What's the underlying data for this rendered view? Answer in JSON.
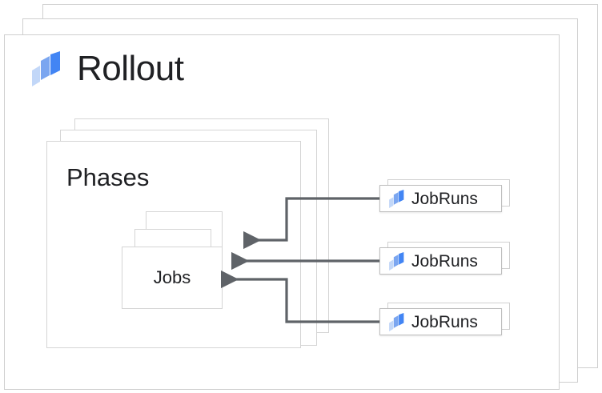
{
  "diagram": {
    "type": "nested-resource-hierarchy",
    "root": {
      "name": "rollout",
      "title": "Rollout",
      "icon": "cloud-deploy-logo-icon",
      "stack_count": 3
    },
    "phases": {
      "name": "phases",
      "title": "Phases",
      "stack_count": 3
    },
    "jobs": {
      "name": "jobs",
      "title": "Jobs",
      "stack_count": 3
    },
    "jobruns": [
      {
        "label": "JobRuns",
        "icon": "cloud-deploy-logo-icon"
      },
      {
        "label": "JobRuns",
        "icon": "cloud-deploy-logo-icon"
      },
      {
        "label": "JobRuns",
        "icon": "cloud-deploy-logo-icon"
      }
    ],
    "connectors": [
      {
        "from": "jobrun-0",
        "to": "jobs",
        "direction": "right-to-left",
        "shape": "elbow-up"
      },
      {
        "from": "jobrun-1",
        "to": "jobs",
        "direction": "right-to-left",
        "shape": "straight"
      },
      {
        "from": "jobrun-2",
        "to": "jobs",
        "direction": "right-to-left",
        "shape": "elbow-down"
      }
    ]
  },
  "colors": {
    "logo_light": "#C2D7F8",
    "logo_mid": "#7BA6F0",
    "logo_dark": "#4285F4",
    "frame_border": "#CFCFCF",
    "connector": "#5F6368",
    "text": "#202124",
    "background": "#FFFFFF"
  }
}
